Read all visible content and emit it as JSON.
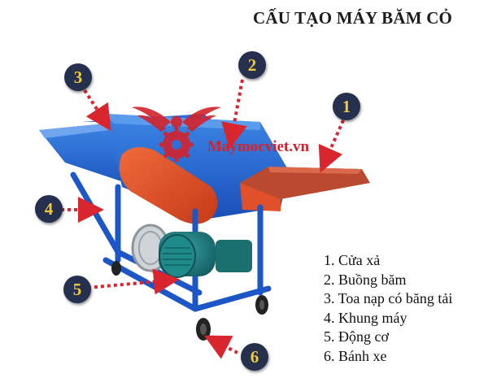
{
  "title": "CẤU TẠO MÁY BĂM CỎ",
  "watermark": {
    "text": "Maymocviet.vn",
    "icon": "eagle-gear-logo-icon",
    "color": "#d3222b"
  },
  "badges": [
    {
      "number": "1",
      "part": "Cửa xả"
    },
    {
      "number": "2",
      "part": "Buồng băm"
    },
    {
      "number": "3",
      "part": "Toa nạp có băng tải"
    },
    {
      "number": "4",
      "part": "Khung máy"
    },
    {
      "number": "5",
      "part": "Động cơ"
    },
    {
      "number": "6",
      "part": "Bánh xe"
    }
  ],
  "legend": [
    "1. Cửa xả",
    "2. Buồng băm",
    "3. Toa nạp có băng tải",
    "4. Khung máy",
    "5. Động cơ",
    "6. Bánh xe"
  ],
  "colors": {
    "machine_body": "#1f5fd0",
    "guard": "#e0502a",
    "motor": "#1f8a8a",
    "badge_bg": "#25304f",
    "badge_text": "#f3c93a",
    "arrow": "#d9262e"
  }
}
